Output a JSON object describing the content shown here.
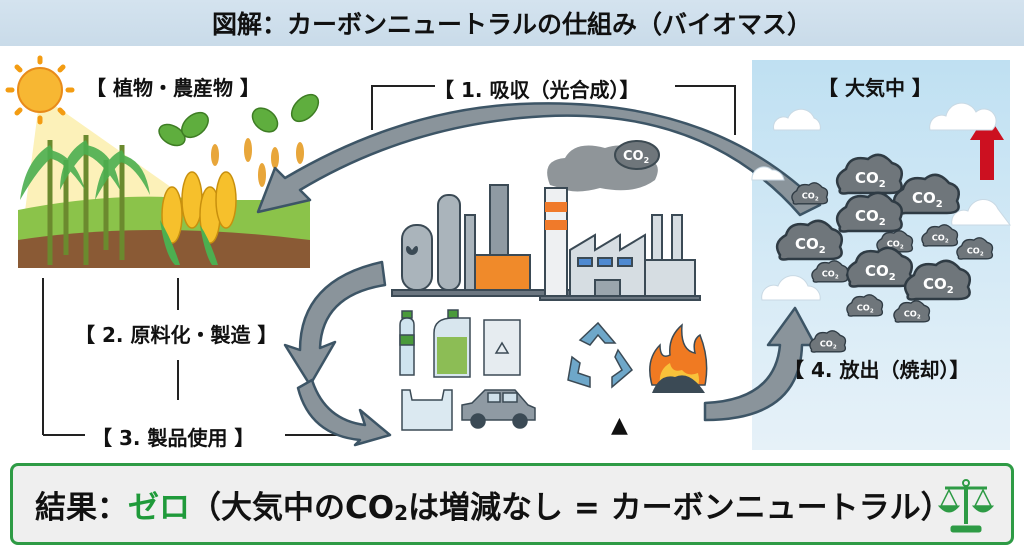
{
  "title": "図解：カーボンニュートラルの仕組み（バイオマス）",
  "panels": {
    "plants": {
      "label": "【 植物・農産物 】",
      "items": [
        "sun-icon",
        "sugarcane-icon",
        "corn-icon",
        "wheat-icon",
        "leaf-icon"
      ]
    },
    "atmosphere": {
      "label": "【 大気中 】",
      "co2_label": "CO",
      "co2_sub": "2",
      "trend": "increasing-arrow"
    },
    "factory": {
      "items": [
        "refinery-icon",
        "factory-icon",
        "smoke-cloud-icon"
      ],
      "smoke_label": "CO",
      "smoke_sub": "2"
    },
    "products": {
      "items": [
        "plastic-bottle-icon",
        "detergent-jug-icon",
        "packaging-bag-icon",
        "plastic-tray-icon",
        "car-icon"
      ]
    },
    "end_of_life": {
      "items": [
        "recycle-icon",
        "fire-icon"
      ],
      "marker": "▲"
    }
  },
  "steps": [
    {
      "label": "【 1. 吸収（光合成）】"
    },
    {
      "label": "【 2. 原料化・製造 】"
    },
    {
      "label": "【 3. 製品使用 】"
    },
    {
      "label": "【 4. 放出（焼却）】"
    }
  ],
  "result": {
    "prefix": "結果：",
    "highlight": "ゼロ",
    "body_before": "（大気中のCO",
    "body_sub": "2",
    "body_after": "は増減なし = カーボンニュートラル）",
    "icon": "balance-scale-icon"
  },
  "colors": {
    "accent_green": "#2e9b45",
    "arrow_gray": "#8a949b",
    "arrow_outline": "#3d5566",
    "sky_blue": "#c6e3f3",
    "red_arrow": "#cc1020",
    "orange": "#f08a2a"
  }
}
